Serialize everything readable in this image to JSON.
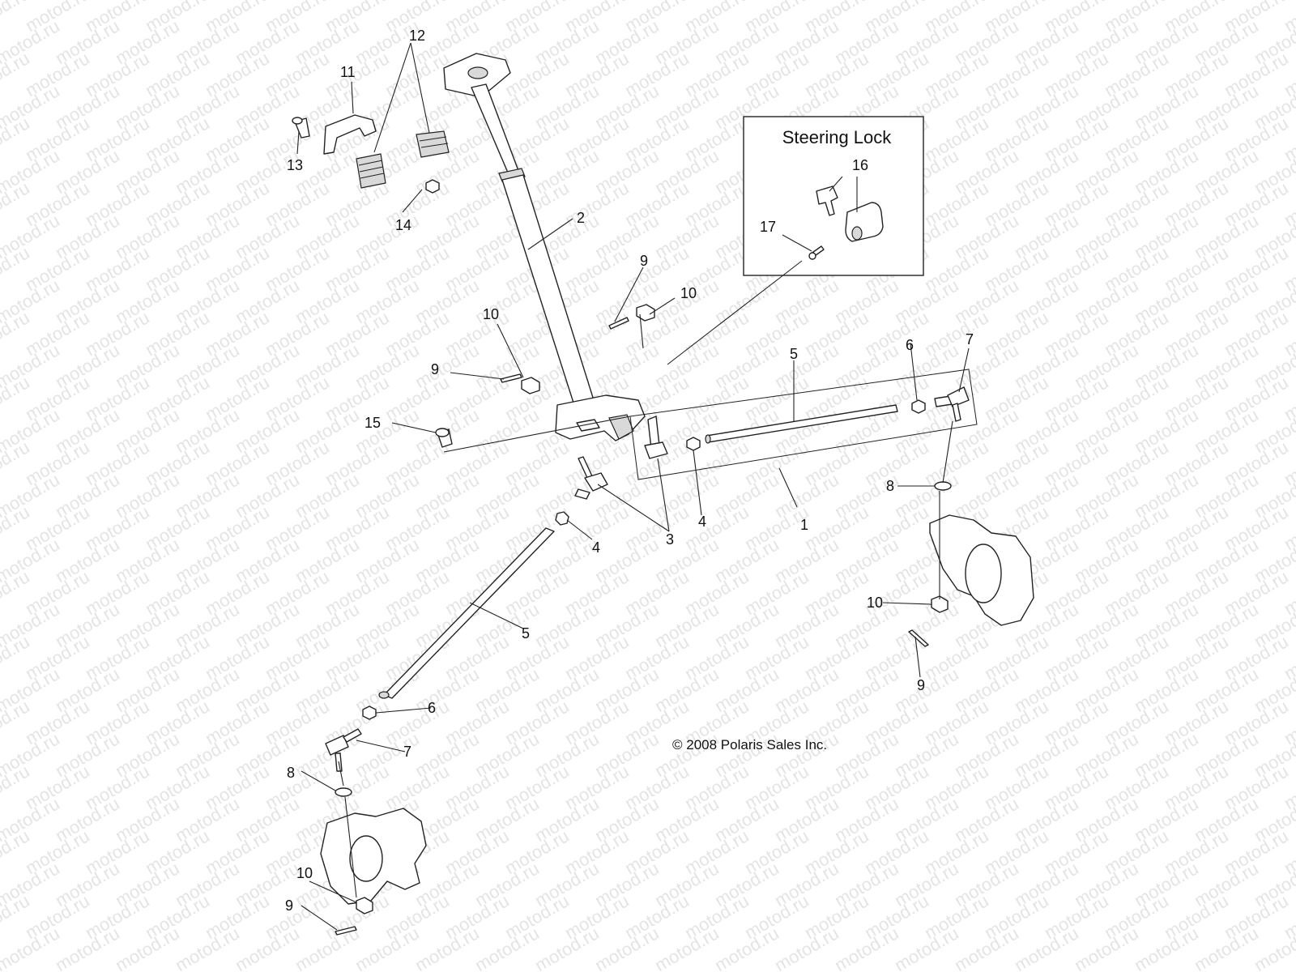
{
  "inset": {
    "title": "Steering Lock"
  },
  "copyright": "© 2008 Polaris Sales Inc.",
  "watermark": "motod.ru",
  "callouts": {
    "c1": "1",
    "c2": "2",
    "c3": "3",
    "c4a": "4",
    "c4b": "4",
    "c5a": "5",
    "c5b": "5",
    "c6a": "6",
    "c6b": "6",
    "c7a": "7",
    "c7b": "7",
    "c8a": "8",
    "c8b": "8",
    "c9a": "9",
    "c9b": "9",
    "c9c": "9",
    "c9d": "9",
    "c10a": "10",
    "c10b": "10",
    "c10c": "10",
    "c10d": "10",
    "c11": "11",
    "c12": "12",
    "c13": "13",
    "c14": "14",
    "c15": "15",
    "c16": "16",
    "c17": "17"
  }
}
